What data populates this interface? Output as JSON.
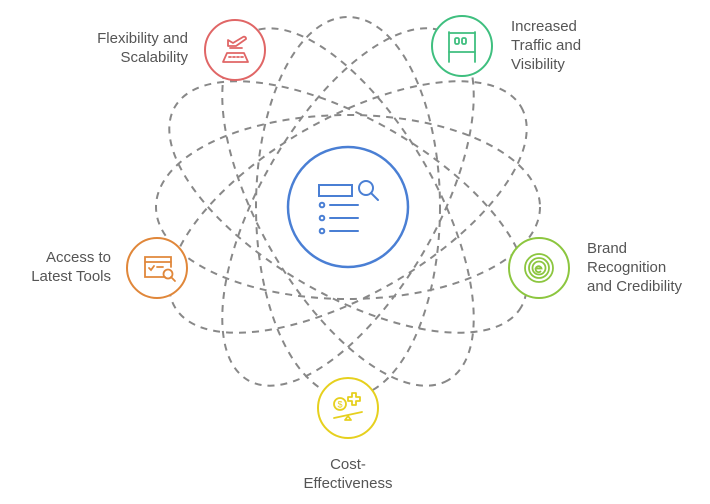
{
  "diagram": {
    "center": {
      "icon": "list-search-icon",
      "color": "#4a7fd4"
    },
    "nodes": [
      {
        "id": "flexibility",
        "lines": [
          "Flexibility and",
          "Scalability"
        ],
        "icon": "airplane-runway-icon",
        "color": "#e06666"
      },
      {
        "id": "traffic",
        "lines": [
          "Increased",
          "Traffic and",
          "Visibility"
        ],
        "icon": "billboard-icon",
        "color": "#3fbf7f"
      },
      {
        "id": "tools",
        "lines": [
          "Access to",
          "Latest Tools"
        ],
        "icon": "browser-search-icon",
        "color": "#e0873a"
      },
      {
        "id": "brand",
        "lines": [
          "Brand",
          "Recognition",
          "and Credibility"
        ],
        "icon": "e-badge-icon",
        "color": "#8cc63f"
      },
      {
        "id": "cost",
        "lines": [
          "Cost-",
          "Effectiveness"
        ],
        "icon": "balance-coin-plus-icon",
        "color": "#e6d01e"
      }
    ],
    "orbit_color": "#888888"
  }
}
